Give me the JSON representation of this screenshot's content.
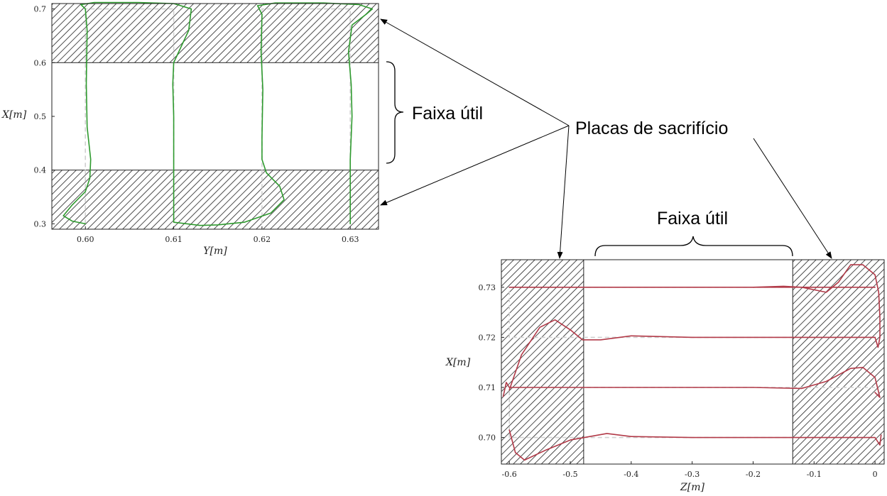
{
  "annotations": {
    "useful_band": "Faixa útil",
    "sacrificial_plates": "Placas de sacrifício"
  },
  "colors": {
    "left_chart_line": "#2e9a2e",
    "right_chart_line": "#b23a48",
    "hatch": "#222222",
    "reference_dash": "#d0d0d0"
  },
  "chart_data": [
    {
      "type": "line",
      "xlabel": "Y[m]",
      "ylabel": "X[m]",
      "xlim": [
        0.5962,
        0.6332
      ],
      "ylim": [
        0.29,
        0.71
      ],
      "x_ticks": [
        "0.60",
        "0.61",
        "0.62",
        "0.63"
      ],
      "y_ticks": [
        "0.7",
        "0.6",
        "0.5",
        "0.4",
        "0.3"
      ],
      "grid": false,
      "shaded_regions": [
        {
          "axis": "y",
          "from": 0.6,
          "to": 0.71,
          "pattern": "hatch"
        },
        {
          "axis": "y",
          "from": 0.29,
          "to": 0.4,
          "pattern": "hatch"
        }
      ],
      "reference_lines": [
        {
          "points": [
            [
              0.6,
              0.3
            ],
            [
              0.6,
              0.7
            ],
            [
              0.61,
              0.7
            ],
            [
              0.61,
              0.3
            ]
          ]
        },
        {
          "points": [
            [
              0.62,
              0.3
            ],
            [
              0.62,
              0.7
            ],
            [
              0.63,
              0.7
            ],
            [
              0.63,
              0.3
            ]
          ]
        }
      ],
      "series": [
        {
          "values": [
            [
              0.6,
              0.3
            ],
            [
              0.5985,
              0.305
            ],
            [
              0.5975,
              0.315
            ],
            [
              0.5985,
              0.335
            ],
            [
              0.6,
              0.36
            ],
            [
              0.6005,
              0.385
            ],
            [
              0.6006,
              0.42
            ],
            [
              0.6002,
              0.48
            ],
            [
              0.6001,
              0.56
            ],
            [
              0.6002,
              0.66
            ],
            [
              0.6,
              0.7
            ],
            [
              0.5995,
              0.708
            ],
            [
              0.601,
              0.712
            ],
            [
              0.606,
              0.712
            ],
            [
              0.61,
              0.71
            ],
            [
              0.612,
              0.7
            ],
            [
              0.6117,
              0.66
            ],
            [
              0.61,
              0.6
            ],
            [
              0.6099,
              0.56
            ],
            [
              0.61,
              0.5
            ],
            [
              0.61,
              0.42
            ],
            [
              0.61,
              0.35
            ],
            [
              0.61,
              0.303
            ],
            [
              0.613,
              0.297
            ],
            [
              0.615,
              0.298
            ],
            [
              0.618,
              0.303
            ],
            [
              0.621,
              0.32
            ],
            [
              0.6225,
              0.345
            ],
            [
              0.622,
              0.37
            ],
            [
              0.6205,
              0.395
            ],
            [
              0.62,
              0.42
            ],
            [
              0.62,
              0.46
            ],
            [
              0.6201,
              0.55
            ],
            [
              0.6199,
              0.62
            ],
            [
              0.62,
              0.69
            ],
            [
              0.6195,
              0.706
            ],
            [
              0.6215,
              0.711
            ],
            [
              0.627,
              0.711
            ],
            [
              0.631,
              0.708
            ],
            [
              0.6325,
              0.7
            ],
            [
              0.6318,
              0.69
            ],
            [
              0.6302,
              0.67
            ],
            [
              0.6298,
              0.62
            ],
            [
              0.6301,
              0.56
            ],
            [
              0.6302,
              0.5
            ],
            [
              0.63,
              0.42
            ],
            [
              0.63,
              0.35
            ],
            [
              0.63,
              0.3
            ]
          ]
        }
      ]
    },
    {
      "type": "line",
      "xlabel": "Z[m]",
      "ylabel": "X[m]",
      "xlim": [
        -0.613,
        0.015
      ],
      "ylim": [
        0.6947,
        0.7355
      ],
      "x_ticks": [
        "-0.6",
        "-0.5",
        "-0.4",
        "-0.3",
        "-0.2",
        "-0.1",
        "0"
      ],
      "y_ticks": [
        "0.73",
        "0.72",
        "0.71",
        "0.70"
      ],
      "grid": false,
      "shaded_regions": [
        {
          "axis": "x",
          "from": -0.613,
          "to": -0.478,
          "pattern": "hatch"
        },
        {
          "axis": "x",
          "from": -0.135,
          "to": 0.015,
          "pattern": "hatch"
        }
      ],
      "reference_lines": [
        {
          "points": [
            [
              0.0,
              0.73
            ],
            [
              -0.6,
              0.73
            ],
            [
              -0.6,
              0.72
            ],
            [
              0.0,
              0.72
            ]
          ]
        },
        {
          "points": [
            [
              0.0,
              0.71
            ],
            [
              -0.6,
              0.71
            ],
            [
              -0.6,
              0.7
            ],
            [
              0.0,
              0.7
            ]
          ]
        }
      ],
      "series": [
        {
          "values": [
            [
              0.0,
              0.73
            ],
            [
              -0.1,
              0.73
            ],
            [
              -0.2,
              0.73
            ],
            [
              -0.3,
              0.73
            ],
            [
              -0.4,
              0.73
            ],
            [
              -0.5,
              0.73
            ],
            [
              -0.6,
              0.73
            ]
          ]
        },
        {
          "values": [
            [
              -0.6,
              0.7095
            ],
            [
              -0.58,
              0.7165
            ],
            [
              -0.55,
              0.722
            ],
            [
              -0.525,
              0.7235
            ],
            [
              -0.5,
              0.7215
            ],
            [
              -0.48,
              0.7195
            ],
            [
              -0.45,
              0.7195
            ],
            [
              -0.4,
              0.7203
            ],
            [
              -0.3,
              0.72
            ],
            [
              -0.2,
              0.72
            ],
            [
              -0.1,
              0.72
            ],
            [
              0.0,
              0.72
            ]
          ]
        },
        {
          "values": [
            [
              -0.61,
              0.7082
            ],
            [
              -0.605,
              0.711
            ],
            [
              -0.6,
              0.71
            ],
            [
              -0.5,
              0.71
            ],
            [
              -0.4,
              0.71
            ],
            [
              -0.3,
              0.71
            ],
            [
              -0.2,
              0.71
            ],
            [
              -0.12,
              0.7098
            ],
            [
              -0.08,
              0.7112
            ],
            [
              -0.04,
              0.7138
            ],
            [
              -0.02,
              0.714
            ],
            [
              0.0,
              0.712
            ],
            [
              0.008,
              0.708
            ],
            [
              0.0,
              0.709
            ]
          ]
        },
        {
          "values": [
            [
              -0.6,
              0.7015
            ],
            [
              -0.59,
              0.697
            ],
            [
              -0.575,
              0.6955
            ],
            [
              -0.54,
              0.6975
            ],
            [
              -0.5,
              0.6995
            ],
            [
              -0.44,
              0.7008
            ],
            [
              -0.4,
              0.7002
            ],
            [
              -0.3,
              0.7
            ],
            [
              -0.2,
              0.7
            ],
            [
              -0.1,
              0.7
            ],
            [
              0.0,
              0.7
            ],
            [
              0.008,
              0.6985
            ],
            [
              0.01,
              0.7005
            ]
          ]
        },
        {
          "values": [
            [
              -0.2,
              0.73
            ],
            [
              -0.15,
              0.7302
            ],
            [
              -0.12,
              0.73
            ],
            [
              -0.08,
              0.729
            ],
            [
              -0.06,
              0.731
            ],
            [
              -0.04,
              0.7345
            ],
            [
              -0.02,
              0.7345
            ],
            [
              0.0,
              0.7325
            ],
            [
              0.006,
              0.729
            ],
            [
              0.008,
              0.724
            ],
            [
              0.008,
              0.72
            ],
            [
              0.005,
              0.718
            ],
            [
              0.0,
              0.72
            ]
          ]
        }
      ]
    }
  ]
}
